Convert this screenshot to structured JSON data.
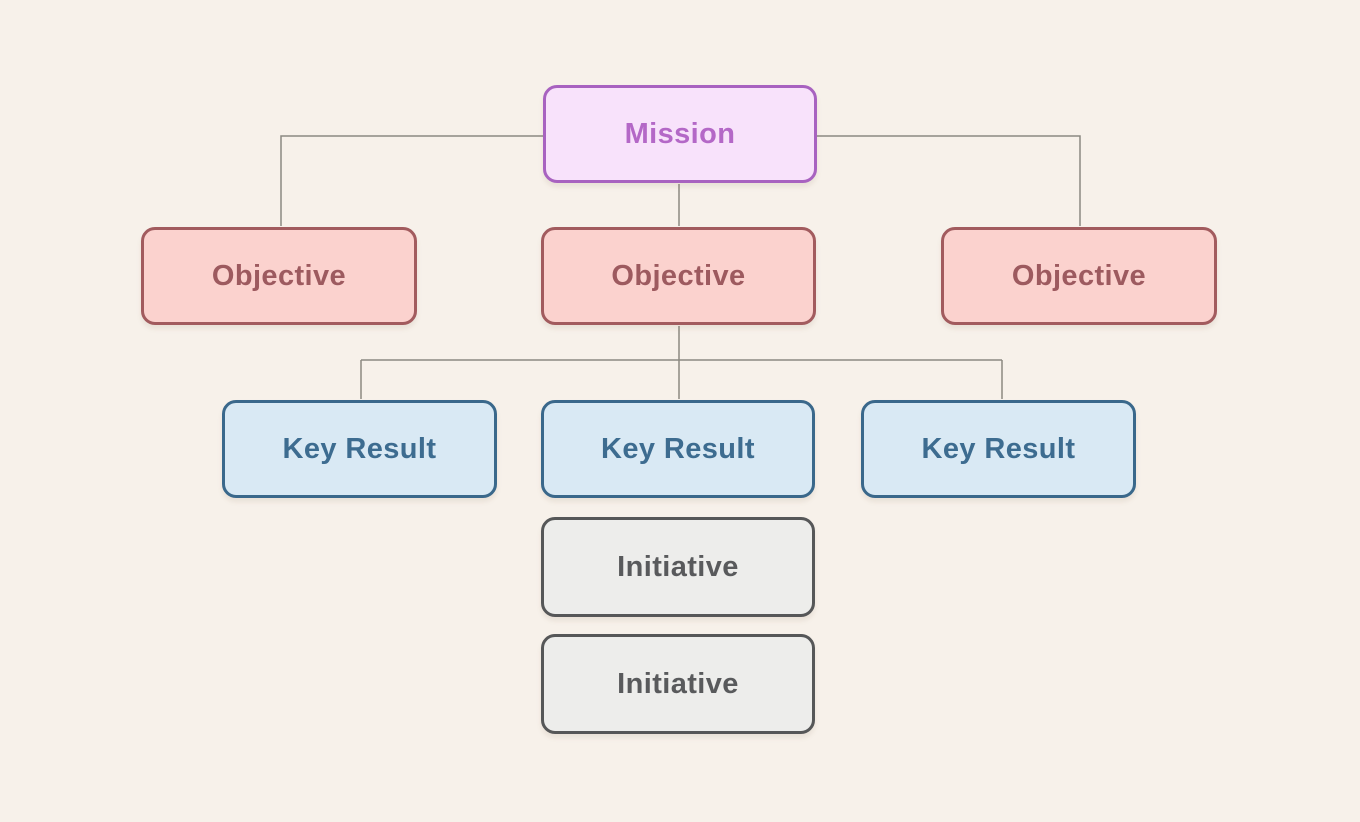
{
  "diagram": {
    "type": "hierarchy-tree",
    "nodes": {
      "mission": {
        "label": "Mission"
      },
      "objective_left": {
        "label": "Objective"
      },
      "objective_center": {
        "label": "Objective"
      },
      "objective_right": {
        "label": "Objective"
      },
      "key_result_left": {
        "label": "Key Result"
      },
      "key_result_center": {
        "label": "Key Result"
      },
      "key_result_right": {
        "label": "Key Result"
      },
      "initiative_top": {
        "label": "Initiative"
      },
      "initiative_bottom": {
        "label": "Initiative"
      }
    },
    "edges": [
      {
        "from": "mission",
        "to": "objective_left"
      },
      {
        "from": "mission",
        "to": "objective_center"
      },
      {
        "from": "mission",
        "to": "objective_right"
      },
      {
        "from": "objective_center",
        "to": "key_result_left"
      },
      {
        "from": "objective_center",
        "to": "key_result_center"
      },
      {
        "from": "objective_center",
        "to": "key_result_right"
      }
    ]
  },
  "colors": {
    "bg": "#F7F1EA",
    "line": "#8C8981",
    "mission-fill": "#F8E2FB",
    "mission-border": "#A862C0",
    "mission-text": "#B468C7",
    "objective-fill": "#FBD2CE",
    "objective-border": "#A25B5E",
    "objective-text": "#9D5A5F",
    "keyresult-fill": "#D9E9F4",
    "keyresult-border": "#3A688B",
    "keyresult-text": "#3D6C90",
    "initiative-fill": "#EDEDEB",
    "initiative-border": "#565758",
    "initiative-text": "#595A5C"
  }
}
